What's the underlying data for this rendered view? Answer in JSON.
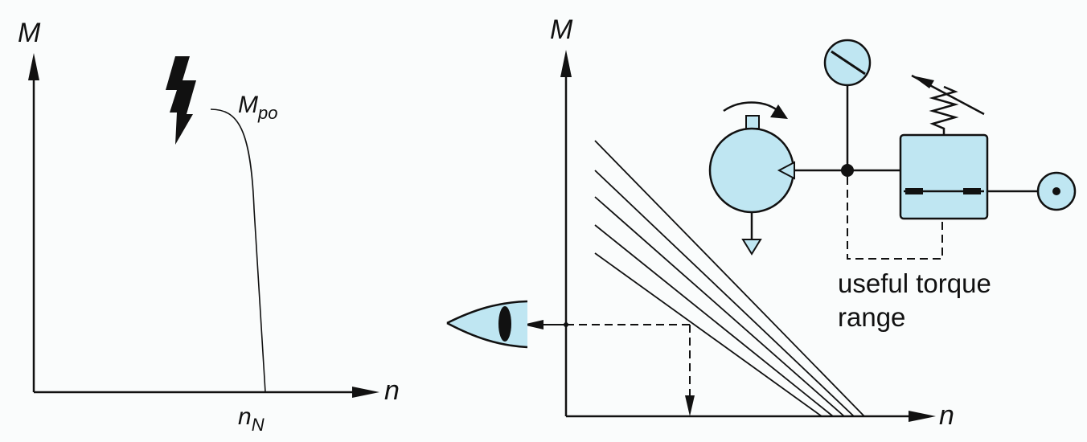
{
  "left_diagram": {
    "y_axis_label": "M",
    "x_axis_label": "n",
    "curve_label_main": "M",
    "curve_label_sub": "po",
    "x_tick_main": "n",
    "x_tick_sub": "N"
  },
  "right_diagram": {
    "y_axis_label": "M",
    "x_axis_label": "n",
    "range_label_line1": "useful torque",
    "range_label_line2": "range"
  },
  "colors": {
    "component_fill": "#bfe6f2",
    "line": "#111111",
    "background": "#fafcfc"
  },
  "icons": [
    "lightning-icon",
    "eye-icon",
    "pressure-gauge-icon",
    "hydraulic-motor-icon",
    "relief-valve-icon",
    "port-icon"
  ]
}
